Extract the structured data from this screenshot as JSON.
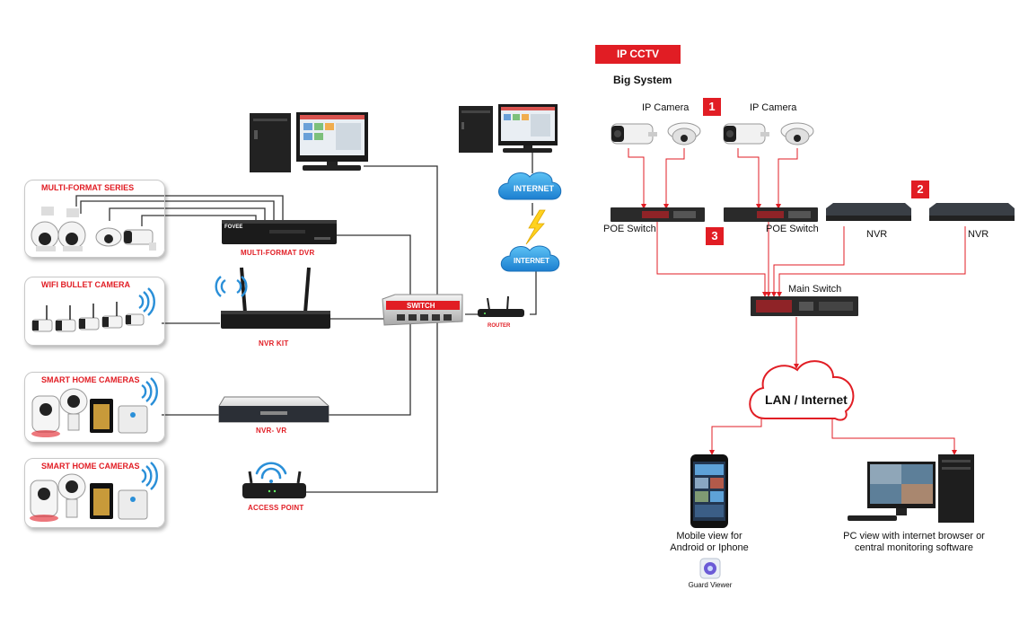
{
  "left": {
    "panels": [
      {
        "title": "MULTI-FORMAT SERIES"
      },
      {
        "title": "WIFI BULLET CAMERA"
      },
      {
        "title": "SMART HOME CAMERAS"
      },
      {
        "title": "SMART HOME CAMERAS"
      }
    ],
    "devices": {
      "dvr": "MULTI-FORMAT DVR",
      "nvr_kit": "NVR KIT",
      "nvr_vr": "NVR- VR",
      "access_point": "ACCESS POINT",
      "switch": "SWITCH",
      "router": "ROUTER",
      "internet_top": "INTERNET",
      "internet_bottom": "INTERNET",
      "dvr_brand": "FOVEE"
    }
  },
  "right": {
    "badge": "IP CCTV",
    "subtitle": "Big System",
    "numbers": [
      "1",
      "2",
      "3"
    ],
    "ip_camera_1": "IP Camera",
    "ip_camera_2": "IP Camera",
    "poe_switch_1": "POE Switch",
    "poe_switch_2": "POE Switch",
    "nvr_1": "NVR",
    "nvr_2": "NVR",
    "main_switch": "Main Switch",
    "cloud": "LAN / Internet",
    "mobile_caption_1": "Mobile view for",
    "mobile_caption_2": "Android or Iphone",
    "app_name": "Guard Viewer",
    "pc_caption_1": "PC view with internet browser or",
    "pc_caption_2": "central monitoring software"
  },
  "colors": {
    "accent_red": "#e11d24",
    "wire": "#333333",
    "cloud_blue": "#2a8fd8"
  }
}
